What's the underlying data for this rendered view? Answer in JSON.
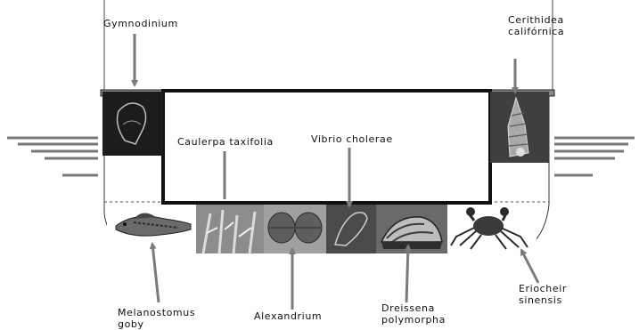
{
  "species": {
    "gymnodinium": {
      "name": "Gymnodinium"
    },
    "cerithidea": {
      "line1": "Cerithidea",
      "line2": "califórnica"
    },
    "caulerpa": {
      "name": "Caulerpa taxifolia"
    },
    "vibrio": {
      "name": "Vibrio cholerae"
    },
    "melanostomus": {
      "line1": "Melanostomus",
      "line2": "goby"
    },
    "alexandrium": {
      "name": "Alexandrium"
    },
    "dreissena": {
      "line1": "Dreissena",
      "line2": "polymorpha"
    },
    "eriocheir": {
      "line1": "Eriocheir",
      "line2": "sinensis"
    }
  },
  "colors": {
    "arrow": "#7a7a7a",
    "hull_outline": "#111111",
    "photo_dark": "#3a3a3a"
  }
}
